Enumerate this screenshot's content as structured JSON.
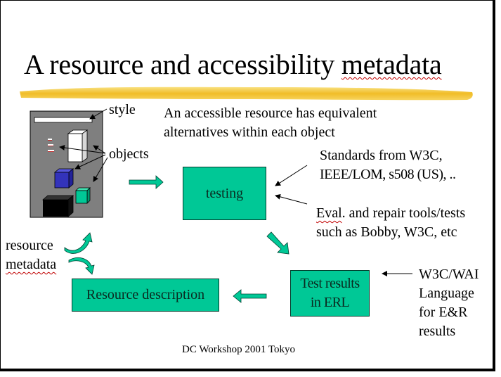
{
  "slide": {
    "title_main": "A resource and accessibility ",
    "title_tail": "metadata",
    "footer": "DC Workshop 2001 Tokyo"
  },
  "labels": {
    "style": "style",
    "objects": "objects",
    "resource": "resource",
    "metadata": "metadata"
  },
  "intro": {
    "line1": "An accessible resource has equivalent",
    "line2": "alternatives within each object"
  },
  "standards": {
    "line1": "Standards from W3C,",
    "line2": "IEEE/LOM, s508 (US), .."
  },
  "tools": {
    "line1_first": "Eval",
    "line1_rest": ". and repair tools/tests",
    "line2": "such as Bobby, W3C, etc"
  },
  "boxes": {
    "testing": "testing",
    "test_results_1": "Test results",
    "test_results_2": "in ERL",
    "resource_description": "Resource description"
  },
  "erl_note": {
    "line1": "W3C/WAI",
    "line2": "Language",
    "line3": "for E&R",
    "line4": "results"
  },
  "colors": {
    "accent_teal": "#00c896",
    "highlight_yellow": "#f2c12e",
    "page_grey": "#7f7f7f",
    "cube_blue": "#3333bb"
  }
}
